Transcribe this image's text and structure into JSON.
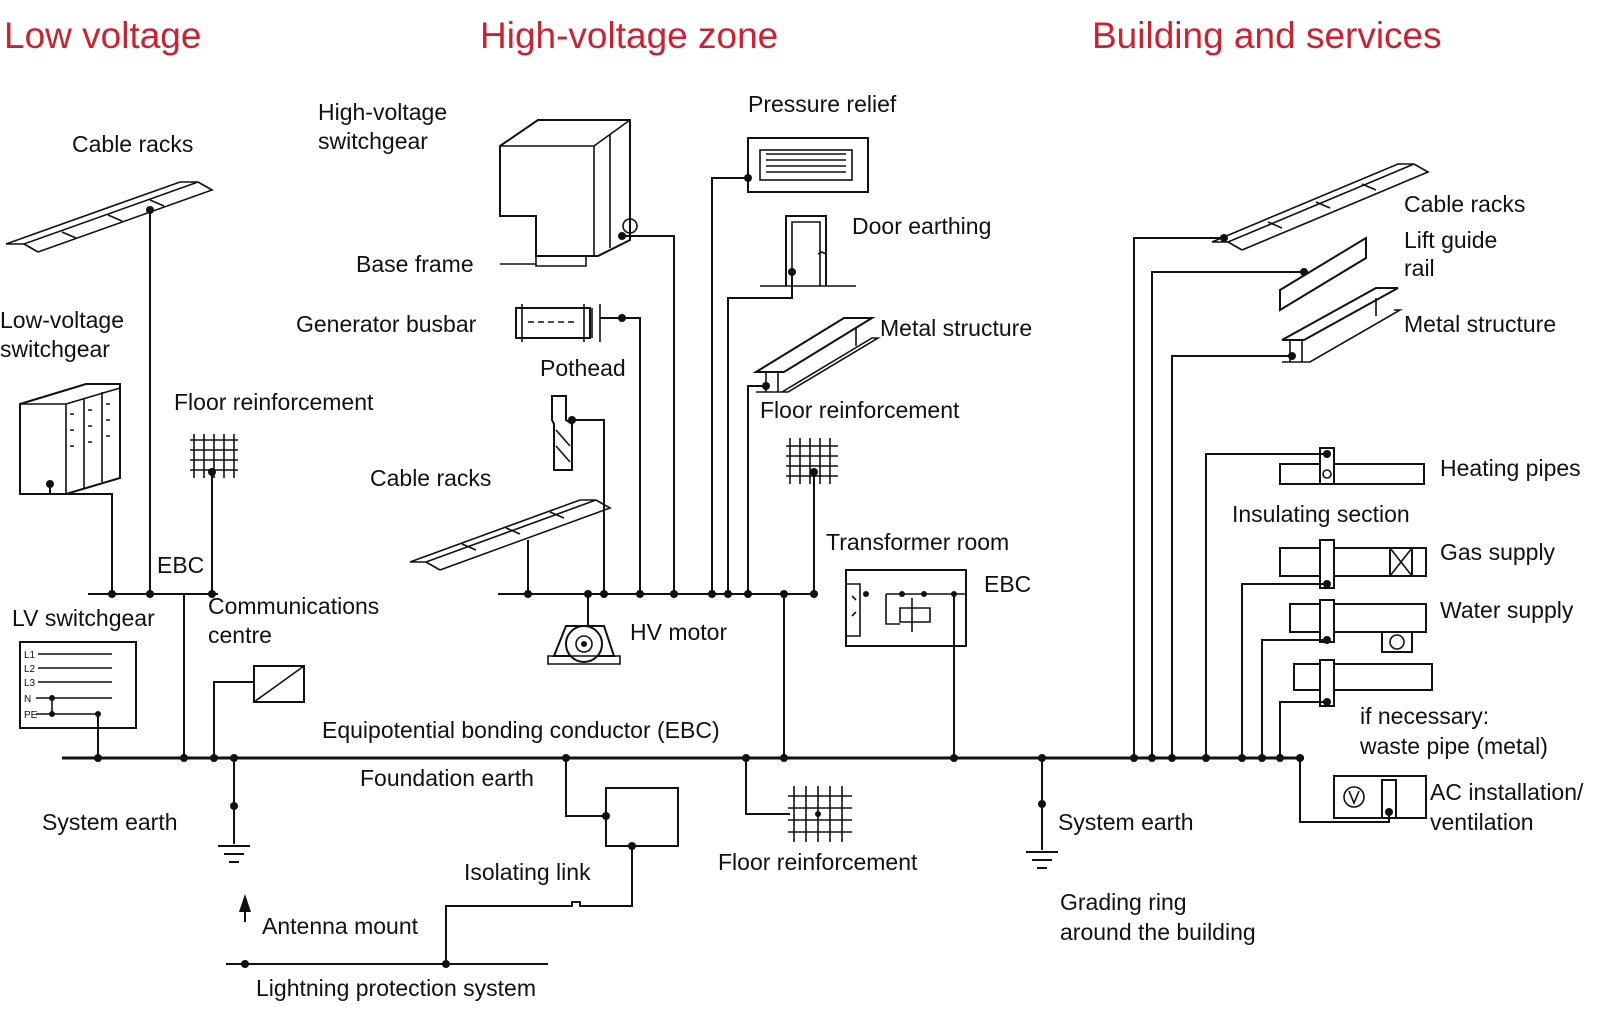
{
  "colors": {
    "zone_heading": "#d0202e",
    "line": "#111111",
    "background": "#ffffff"
  },
  "zones": {
    "low_voltage": "Low voltage",
    "high_voltage": "High-voltage zone",
    "building": "Building and services"
  },
  "low_voltage": {
    "cable_racks": "Cable racks",
    "switchgear": [
      "Low-voltage",
      "switchgear"
    ],
    "floor_reinforcement": "Floor reinforcement",
    "ebc": "EBC",
    "lv_switchgear": "LV switchgear",
    "communications": [
      "Communications",
      "centre"
    ],
    "system_earth": "System earth",
    "lv_terminals": [
      "L1",
      "L2",
      "L3",
      "N",
      "PE"
    ]
  },
  "high_voltage": {
    "hv_switchgear": [
      "High-voltage",
      "switchgear"
    ],
    "base_frame": "Base frame",
    "generator_busbar": "Generator busbar",
    "pothead": "Pothead",
    "cable_racks": "Cable racks",
    "hv_motor": "HV motor",
    "pressure_relief": "Pressure relief",
    "door_earthing": "Door earthing",
    "metal_structure": "Metal structure",
    "floor_reinforcement": "Floor reinforcement",
    "transformer_room": "Transformer room",
    "ebc": "EBC"
  },
  "bonding": {
    "ebc_conductor": "Equipotential bonding conductor (EBC)",
    "foundation_earth": "Foundation earth",
    "isolating_link": "Isolating link",
    "antenna_mount": "Antenna mount",
    "lightning_protection": "Lightning protection system",
    "floor_reinforcement": "Floor reinforcement"
  },
  "building": {
    "cable_racks": "Cable racks",
    "lift_guide_rail": [
      "Lift guide",
      "rail"
    ],
    "metal_structure": "Metal structure",
    "heating_pipes": "Heating pipes",
    "insulating_section": "Insulating section",
    "gas_supply": "Gas supply",
    "water_supply": "Water supply",
    "waste_pipe": [
      "if necessary:",
      "waste pipe (metal)"
    ],
    "ac_ventilation": [
      "AC installation/",
      "ventilation"
    ],
    "system_earth": "System earth",
    "grading_ring": [
      "Grading ring",
      "around the building"
    ]
  }
}
